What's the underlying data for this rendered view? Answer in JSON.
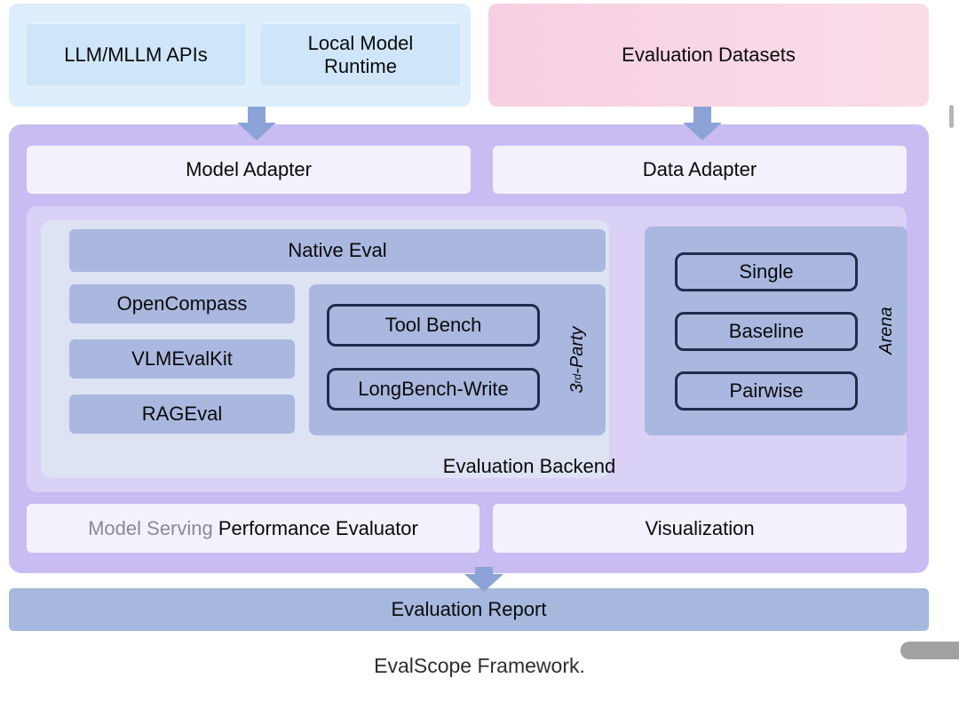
{
  "sources": {
    "model_group": {
      "items": [
        {
          "label": "LLM/MLLM APIs"
        },
        {
          "label": "Local Model Runtime"
        }
      ]
    },
    "datasets": {
      "label": "Evaluation Datasets"
    }
  },
  "framework": {
    "model_adapter": "Model Adapter",
    "data_adapter": "Data Adapter",
    "backend": {
      "native_eval": "Native Eval",
      "engines": [
        "OpenCompass",
        "VLMEvalKit",
        "RAGEval"
      ],
      "third_party": {
        "items": [
          "Tool Bench",
          "LongBench-Write"
        ],
        "label_prefix": "3",
        "label_sup": "rd",
        "label_suffix": "-Party"
      },
      "label": "Evaluation Backend"
    },
    "arena": {
      "items": [
        "Single",
        "Baseline",
        "Pairwise"
      ],
      "label": "Arena"
    },
    "model_serving": "Model Serving",
    "performance_evaluator": "Performance Evaluator",
    "visualization": "Visualization"
  },
  "report": {
    "label": "Evaluation Report"
  },
  "caption": "EvalScope Framework.",
  "colors": {
    "source_container": "#dcedfb",
    "source_box": "#cfe6fa",
    "datasets_box": "#f8d5e6",
    "arrow": "#8ca3d7",
    "framework_container": "#c9bcf2",
    "adapter_box": "#f4f1fc",
    "inner_container": "#dad1f6",
    "backend_area": "#dde3f3",
    "module_box": "#aab8e0",
    "outline_box_border": "#1e2c4e",
    "report_bar": "#a6b8de"
  }
}
